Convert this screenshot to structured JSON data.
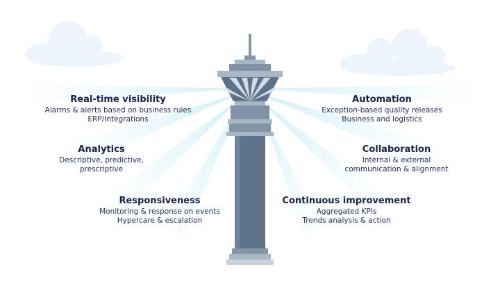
{
  "features": {
    "realtime": {
      "title": "Real-time visibility",
      "lines": [
        "Alarms & alerts based on business rules",
        "ERP/Integrations"
      ]
    },
    "analytics": {
      "title": "Analytics",
      "lines": [
        "Descriptive, predictive,",
        "prescriptive"
      ]
    },
    "responsiveness": {
      "title": "Responsiveness",
      "lines": [
        "Monitoring & response on events",
        "Hypercare & escalation"
      ]
    },
    "automation": {
      "title": "Automation",
      "lines": [
        "Exception-based quality releases",
        "Business and logistics"
      ]
    },
    "collaboration": {
      "title": "Collaboration",
      "lines": [
        "Internal & external",
        "communication & alignment"
      ]
    },
    "improvement": {
      "title": "Continuous improvement",
      "lines": [
        "Aggregated KPIs",
        "Trends analysis & action"
      ]
    }
  },
  "colors": {
    "tower_body": "#5e7389",
    "tower_light": "#a9b6c4",
    "tower_mid": "#8495a8",
    "beam": "#d6f2f8",
    "cloud": "#eef4fb",
    "text": "#1e2a55"
  }
}
